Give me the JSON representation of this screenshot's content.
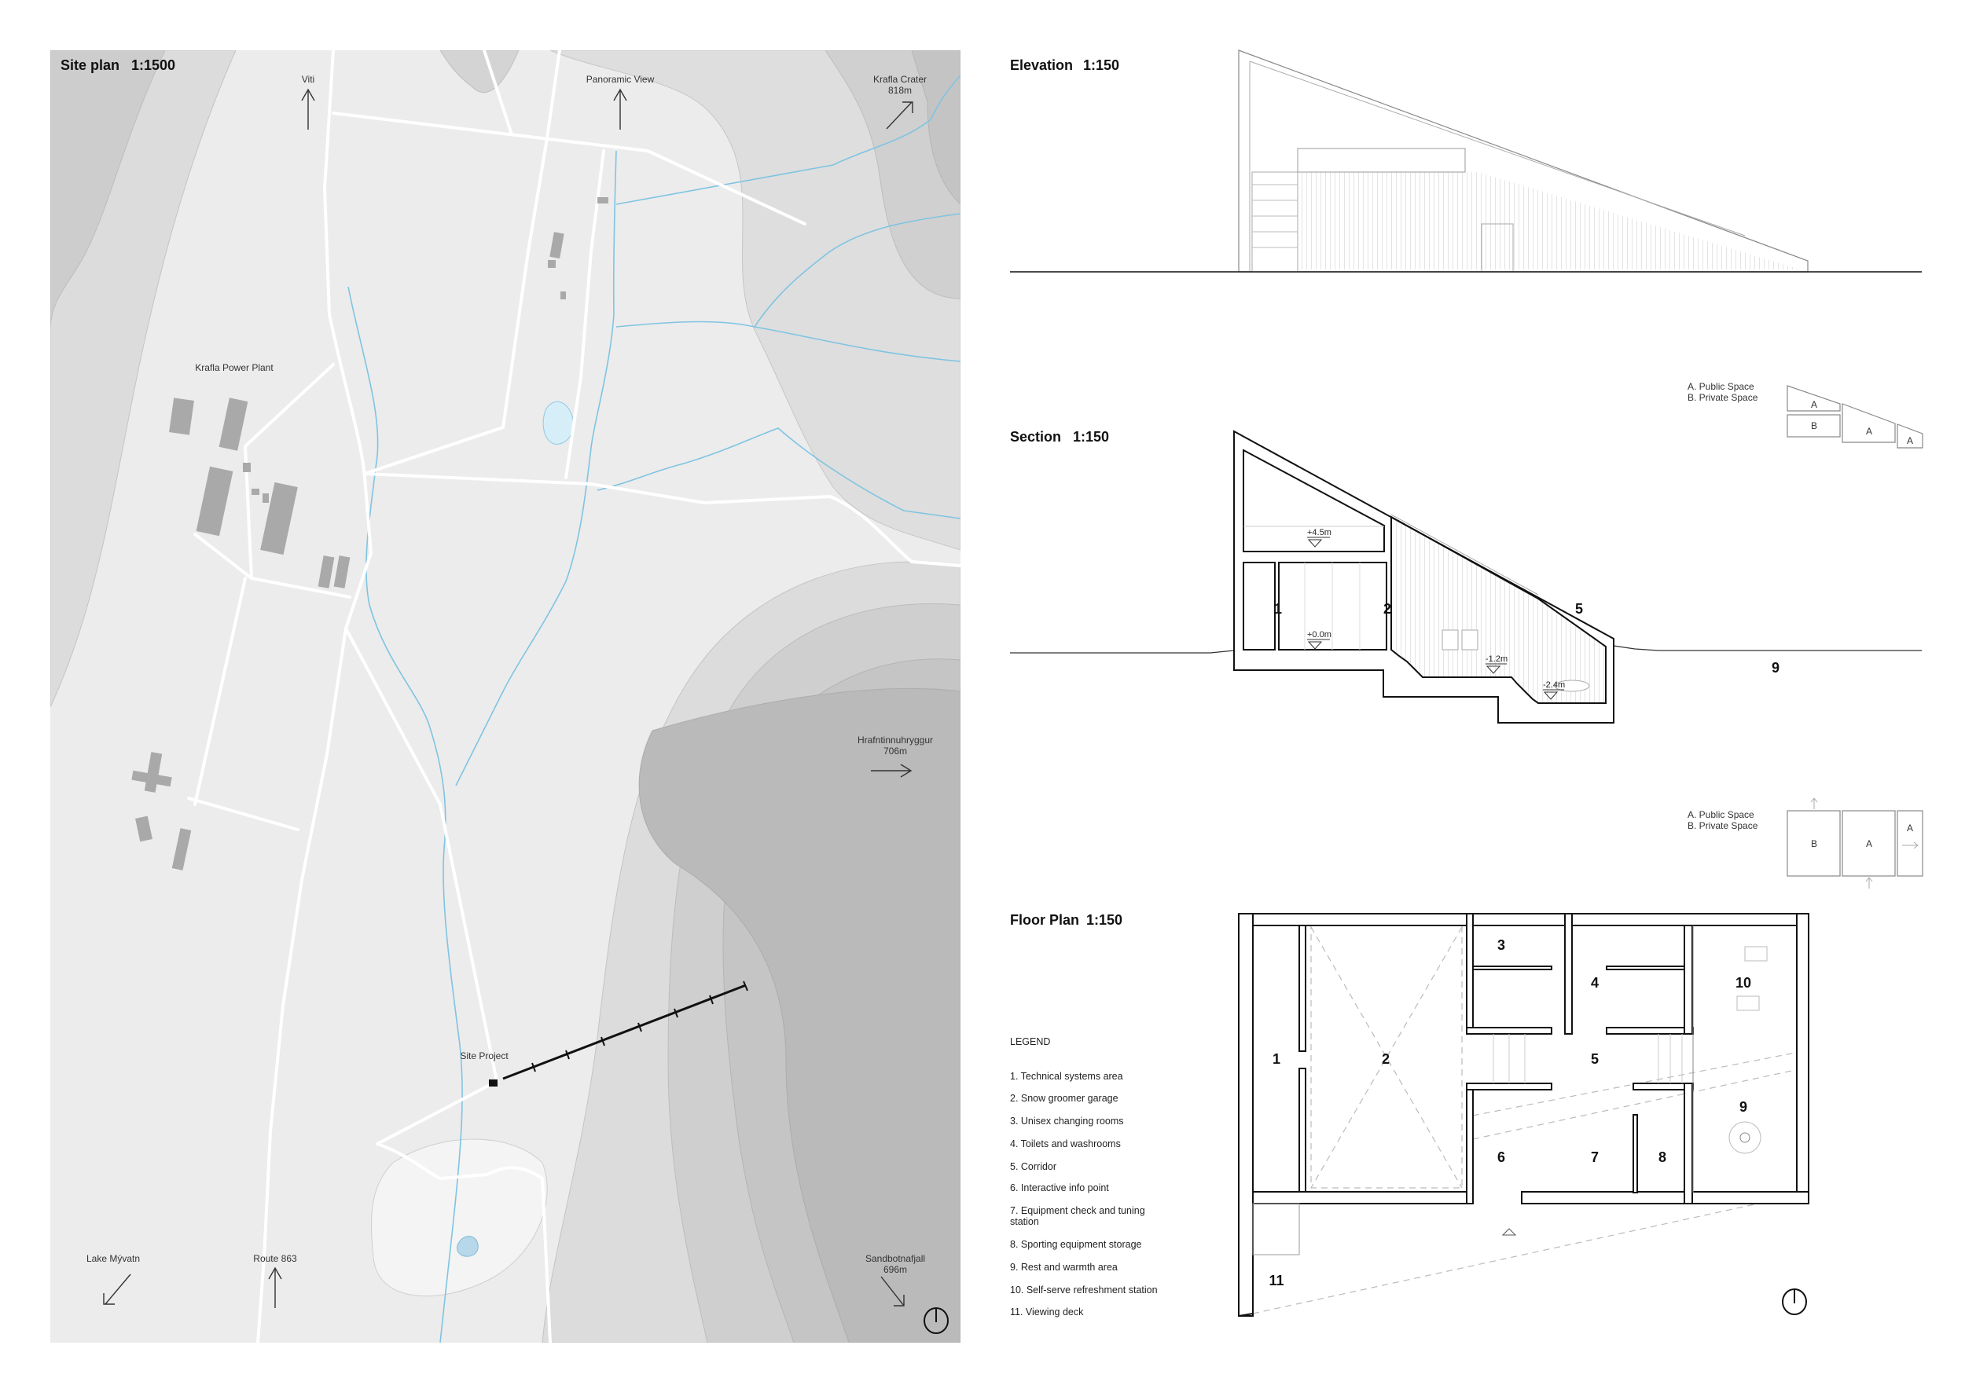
{
  "site_plan": {
    "title": "Site plan",
    "scale": "1:1500",
    "labels": {
      "viti": "Viti",
      "panoramic_view": "Panoramic View",
      "krafla_crater": "Krafla Crater",
      "krafla_crater_alt": "818m",
      "krafla_power_plant": "Krafla Power Plant",
      "hrafntinnuhryggur": "Hrafntinnuhryggur",
      "hrafntinnuhryggur_alt": "706m",
      "site_project": "Site Project",
      "lake_myvatn": "Lake Mývatn",
      "route": "Route 863",
      "sandbotnafjall": "Sandbotnafjall",
      "sandbotnafjall_alt": "696m"
    },
    "colors": {
      "stream": "#7fc4e2",
      "building": "#a9a9a9",
      "terrain_light": "#ececec",
      "terrain_dark": "#bababa"
    }
  },
  "elevation": {
    "title": "Elevation",
    "scale": "1:150"
  },
  "section": {
    "title": "Section",
    "scale": "1:150",
    "rooms": [
      "1",
      "2",
      "5",
      "9"
    ],
    "levels": [
      "+4.5m",
      "+0.0m",
      "-1.2m",
      "-2.4m"
    ],
    "key": {
      "a": "A. Public Space",
      "b": "B. Private Space",
      "blocks": [
        "A",
        "B",
        "A",
        "A"
      ]
    }
  },
  "floor_plan": {
    "title": "Floor Plan",
    "scale": "1:150",
    "rooms": [
      "1",
      "2",
      "3",
      "4",
      "5",
      "6",
      "7",
      "8",
      "9",
      "10",
      "11"
    ],
    "key": {
      "a": "A. Public Space",
      "b": "B. Private Space",
      "blocks": [
        "B",
        "A",
        "A"
      ]
    }
  },
  "legend": {
    "title": "LEGEND",
    "items": [
      "1. Technical systems area",
      "2. Snow groomer garage",
      "3. Unisex changing rooms",
      "4. Toilets and washrooms",
      "5. Corridor",
      "6. Interactive info point",
      "7. Equipment check and tuning",
      "station",
      "8. Sporting equipment storage",
      "9. Rest and warmth area",
      "10. Self-serve refreshment station",
      "11. Viewing deck"
    ]
  }
}
